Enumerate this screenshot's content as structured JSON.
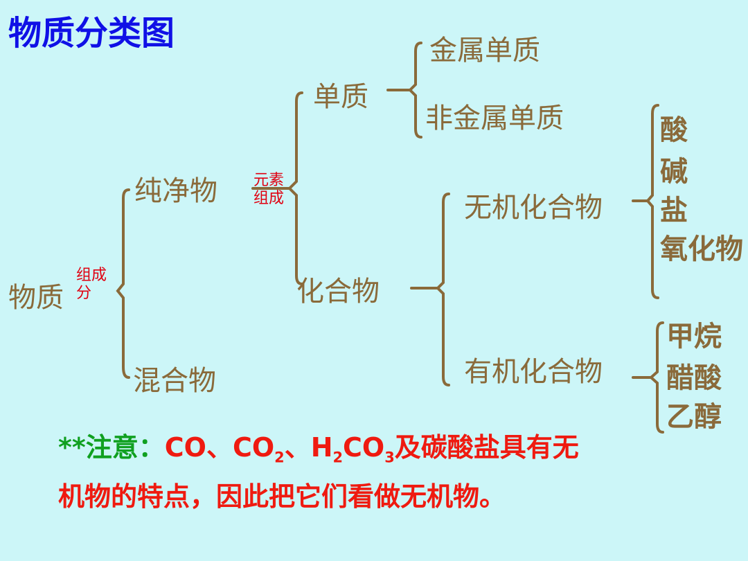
{
  "title": "物质分类图",
  "root": "物质",
  "root_criterion": "组成分",
  "pure": "纯净物",
  "mixture": "混合物",
  "pure_criterion": "元素组成",
  "element": "单质",
  "compound": "化合物",
  "metal_element": "金属单质",
  "nonmetal_element": "非金属单质",
  "inorganic": "无机化合物",
  "organic": "有机化合物",
  "inorganic_examples": [
    "酸",
    "碱",
    "盐",
    "氧化物"
  ],
  "organic_examples": [
    "甲烷",
    "醋酸",
    "乙醇"
  ],
  "note": {
    "prefix": "**注意：",
    "parts": [
      "CO、CO",
      "2",
      "、H",
      "2",
      "CO",
      "3",
      "及碳酸盐具有无机物的特点，因此把它们看做无机物。"
    ]
  },
  "colors": {
    "title": "#1010e6",
    "tree": "#8a6a3a",
    "criterion": "#e00010",
    "note": "#ef1a10",
    "note_prefix": "#10a020"
  }
}
